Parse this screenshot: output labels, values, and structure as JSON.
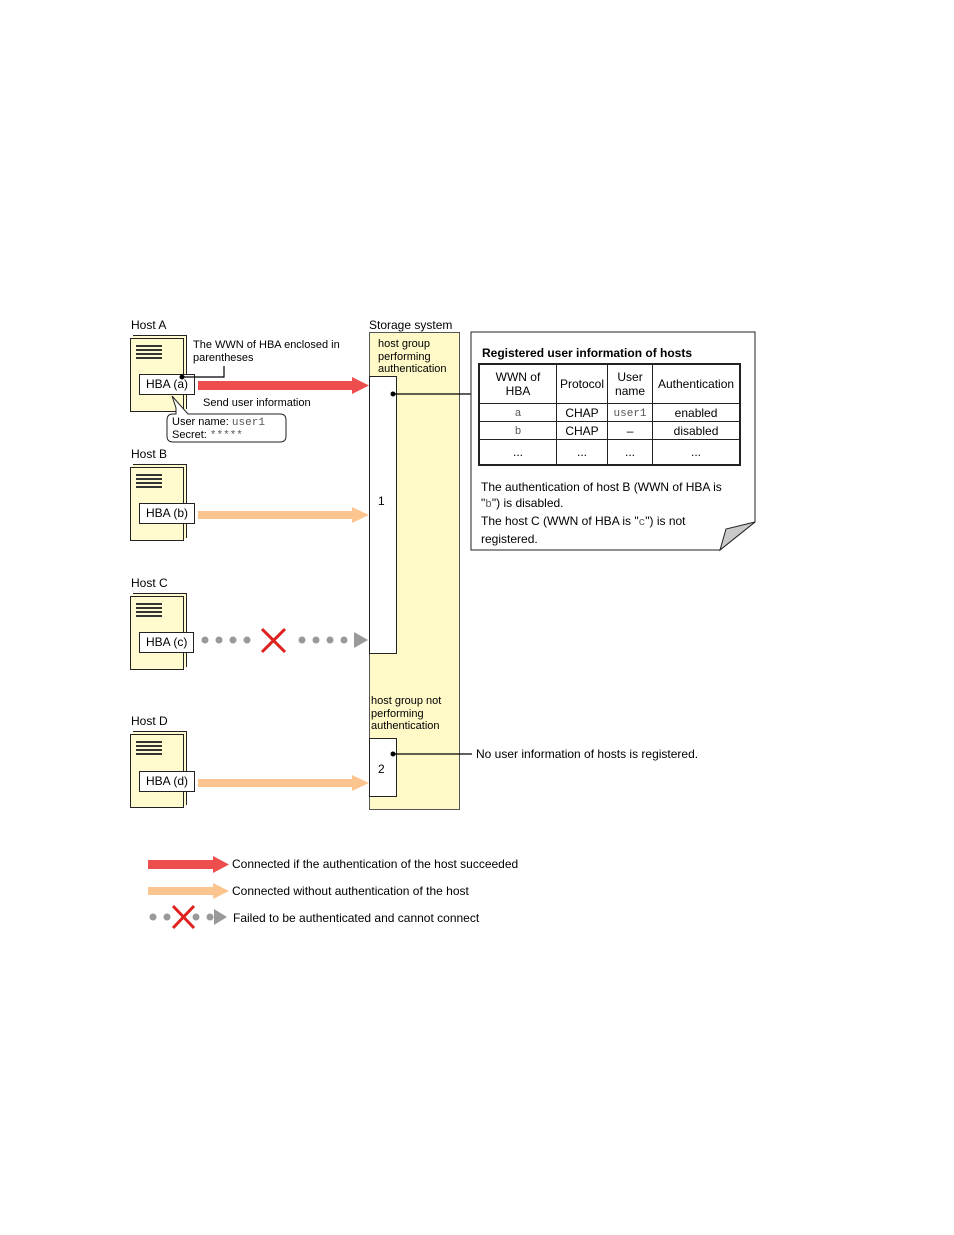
{
  "hosts": [
    {
      "name": "Host A",
      "hba": "HBA (a)"
    },
    {
      "name": "Host B",
      "hba": "HBA (b)"
    },
    {
      "name": "Host C",
      "hba": "HBA (c)"
    },
    {
      "name": "Host D",
      "hba": "HBA (d)"
    }
  ],
  "storage": {
    "title": "Storage system",
    "group_auth": "host group performing authentication",
    "group_noauth": "host group not performing authentication",
    "port1": "1",
    "port2": "2"
  },
  "annotations": {
    "wwn_note": "The WWN of HBA enclosed in parentheses",
    "send_user": "Send user information",
    "bubble_user_label": "User name: ",
    "bubble_user_value": "user1",
    "bubble_secret_label": "Secret: ",
    "bubble_secret_value": "*****",
    "no_user_info": "No user information of hosts is registered."
  },
  "registry": {
    "title": "Registered user information of hosts",
    "columns": [
      "WWN of HBA",
      "Protocol",
      "User name",
      "Authentication"
    ],
    "rows": [
      [
        "a",
        "CHAP",
        "user1",
        "enabled"
      ],
      [
        "b",
        "CHAP",
        "–",
        "disabled"
      ],
      [
        "...",
        "...",
        "...",
        "..."
      ]
    ],
    "note1_a": "The authentication of host B (WWN of HBA is \"",
    "note1_code": "b",
    "note1_b": "\") is disabled.",
    "note2_a": "The host C (WWN of HBA is \"",
    "note2_code": "c",
    "note2_b": "\") is not registered."
  },
  "legend": [
    {
      "style": "red",
      "text": "Connected if the authentication of the host succeeded"
    },
    {
      "style": "orange",
      "text": "Connected without authentication of the host"
    },
    {
      "style": "failed",
      "text": "Failed to be authenticated and cannot connect"
    }
  ],
  "colors": {
    "auth_arrow": "#ee4d4d",
    "noauth_arrow": "#fcc58f",
    "failed_arrow": "#999999",
    "cross": "#e0201c",
    "storage_fill": "#fff9c8",
    "server_fill": "#fffbcf"
  }
}
